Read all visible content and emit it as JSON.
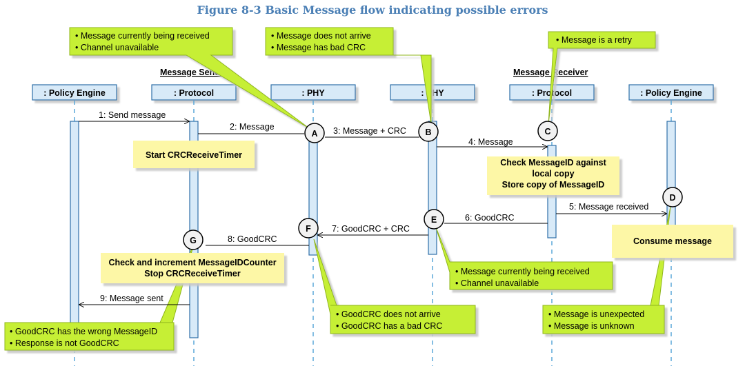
{
  "title": "Figure 8-3 Basic Message flow indicating possible errors",
  "groups": {
    "sender": "Message Sender",
    "receiver": "Message Receiver"
  },
  "lifelines": [
    ": Policy Engine",
    ": Protocol",
    ": PHY",
    ": PHY",
    ": Protocol",
    ": Policy Engine"
  ],
  "messages": [
    "1: Send message",
    "2: Message",
    "3: Message + CRC",
    "4: Message",
    "5: Message received",
    "6: GoodCRC",
    "7: GoodCRC + CRC",
    "8: GoodCRC",
    "9: Message sent"
  ],
  "points": [
    "A",
    "B",
    "C",
    "D",
    "E",
    "F",
    "G"
  ],
  "actions": {
    "start_timer": "Start CRCReceiveTimer",
    "check_msgid": [
      "Check MessageID against",
      "local copy",
      "Store copy of MessageID"
    ],
    "consume": "Consume message",
    "check_counter": [
      "Check and increment MessageIDCounter",
      "Stop CRCReceiveTimer"
    ]
  },
  "errors": {
    "a": [
      "Message currently being received",
      "Channel unavailable"
    ],
    "b": [
      "Message does not arrive",
      "Message has bad CRC"
    ],
    "c": [
      "Message is a retry"
    ],
    "e": [
      "Message currently being received",
      "Channel unavailable"
    ],
    "f": [
      "GoodCRC does not arrive",
      "GoodCRC has a bad CRC"
    ],
    "d": [
      "Message is unexpected",
      "Message is unknown"
    ],
    "g": [
      "GoodCRC has the wrong MessageID",
      "Response is not GoodCRC"
    ]
  },
  "colors": {
    "title": "#4a7fb5",
    "callout_fill": "#c6ef34",
    "callout_stroke": "#8fb51c",
    "note_fill": "#fdf7a6",
    "lifeline_fill": "#d8eaf8",
    "lifeline_stroke": "#2e6fa8"
  }
}
